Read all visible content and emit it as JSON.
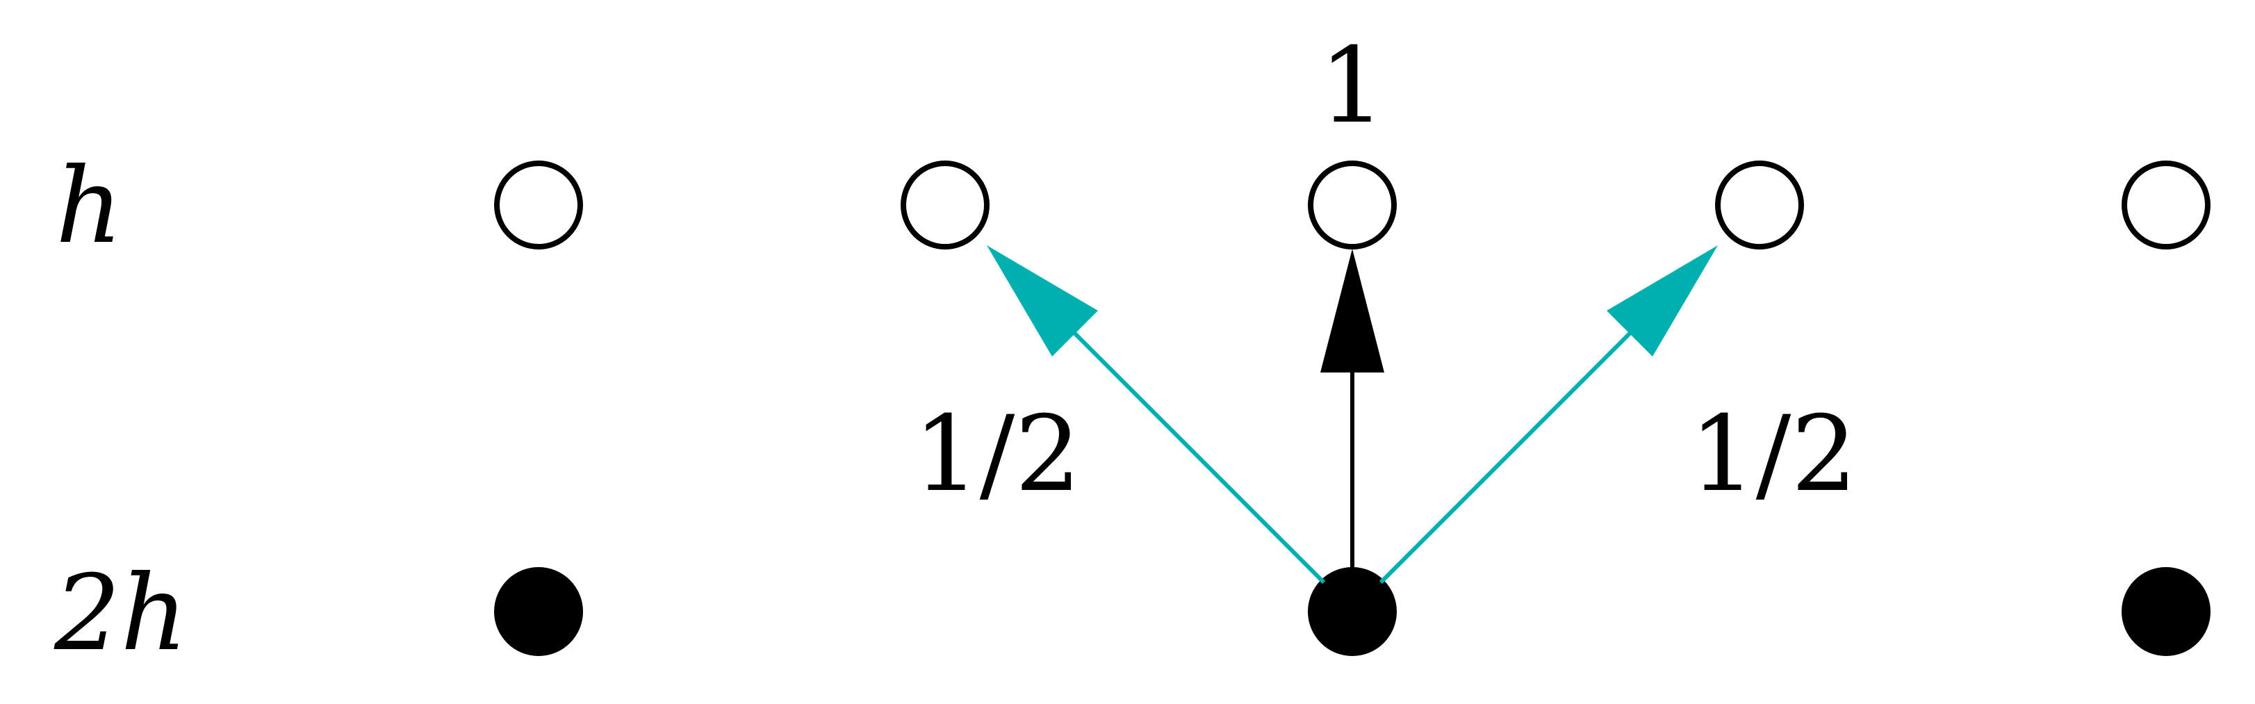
{
  "diagram": {
    "row_labels": {
      "top": "h",
      "bottom": "2h"
    },
    "edge_labels": {
      "up": "1",
      "left": "1/2",
      "right": "1/2"
    },
    "colors": {
      "stroke": "#000000",
      "open_fill": "#ffffff",
      "filled_node": "#000000",
      "center_arrow": "#000000",
      "side_arrows": "#00b0b0"
    }
  }
}
